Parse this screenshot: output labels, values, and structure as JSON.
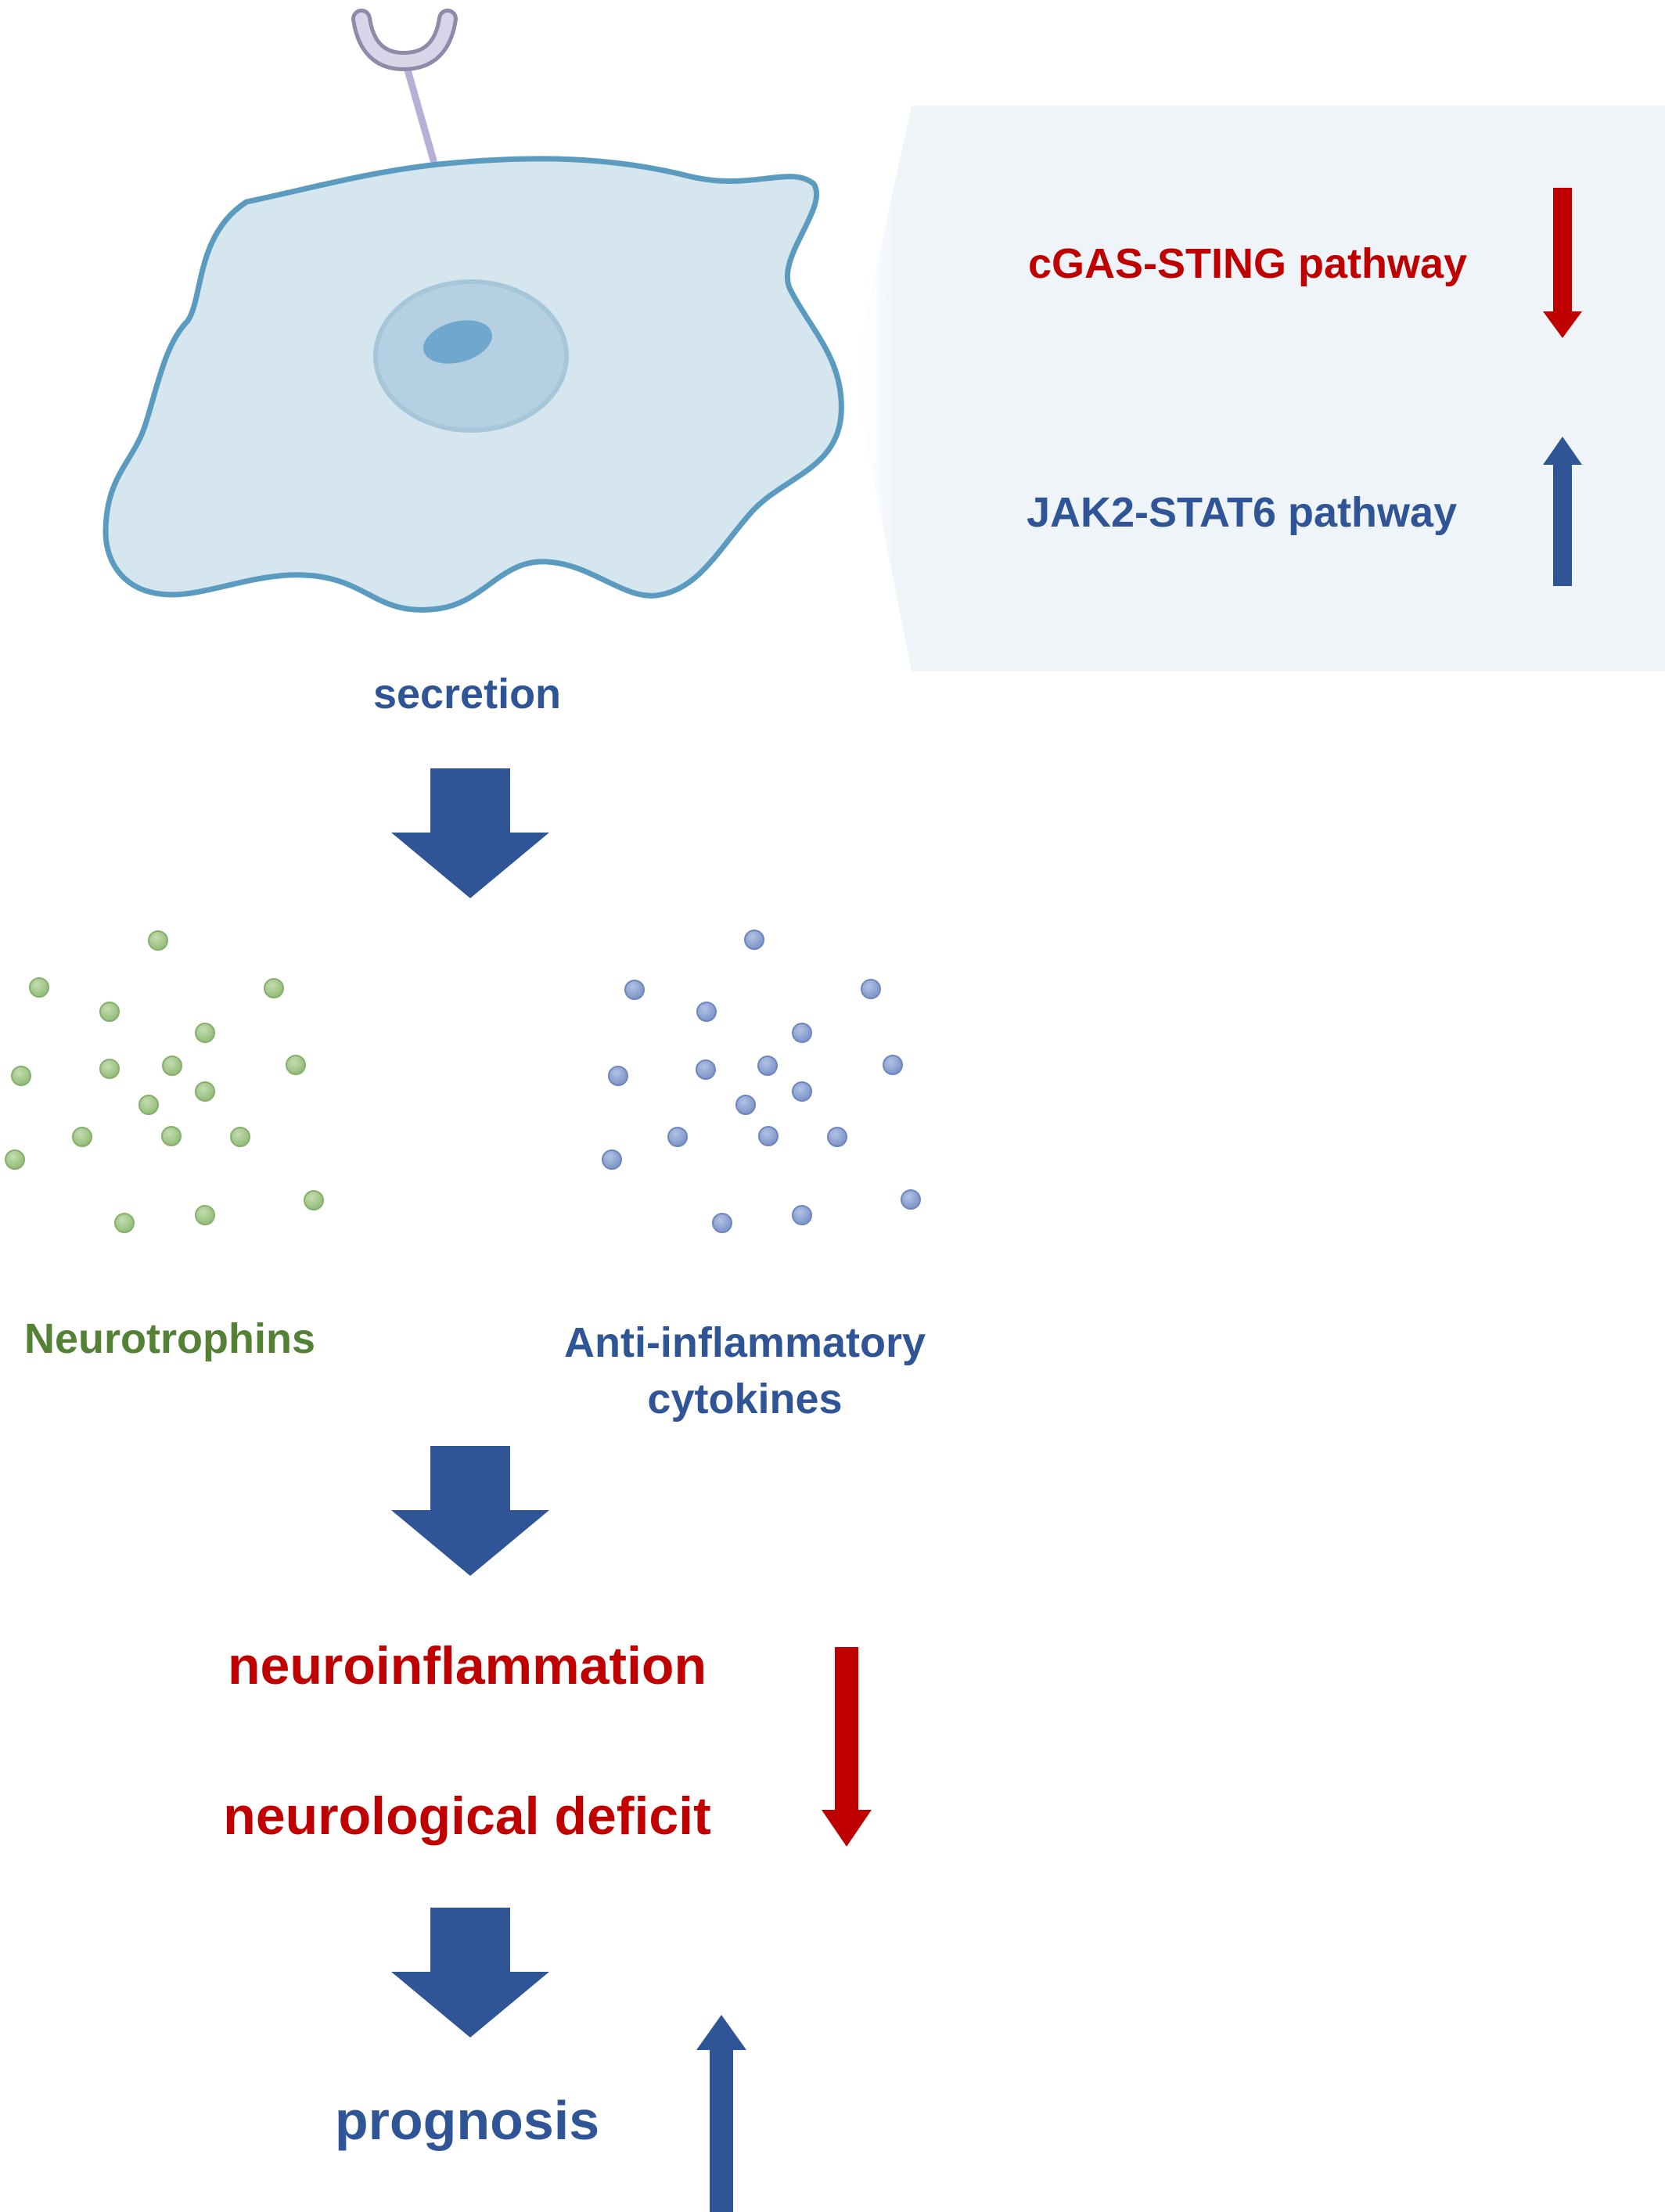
{
  "labels": {
    "cgas": "cGAS-STING pathway",
    "jak2": "JAK2-STAT6 pathway",
    "secretion": "secretion",
    "neurotrophins": "Neurotrophins",
    "anti_line1": "Anti-inflammatory",
    "anti_line2": "cytokines",
    "neuroinflammation": "neuroinflammation",
    "neurological_deficit": "neurological deficit",
    "prognosis": "prognosis"
  },
  "colors": {
    "red": "#c00000",
    "blue": "#2f5597",
    "green": "#548235",
    "cell_fill": "#d6e6ef",
    "cell_stroke": "#5b9bc0",
    "panel": "#eef4f8",
    "green_dot": "#a5c98c",
    "blue_dot": "#8ea4d2"
  },
  "indicators": {
    "cgas_sting": "down",
    "jak2_stat6": "up",
    "neuroinflammation_and_deficit": "down",
    "prognosis": "up"
  },
  "icons": [
    "receptor-icon",
    "cell-icon",
    "nucleus-icon",
    "block-arrow-down-icon",
    "thin-arrow-down-icon",
    "thin-arrow-up-icon",
    "particle-dot-icon"
  ]
}
